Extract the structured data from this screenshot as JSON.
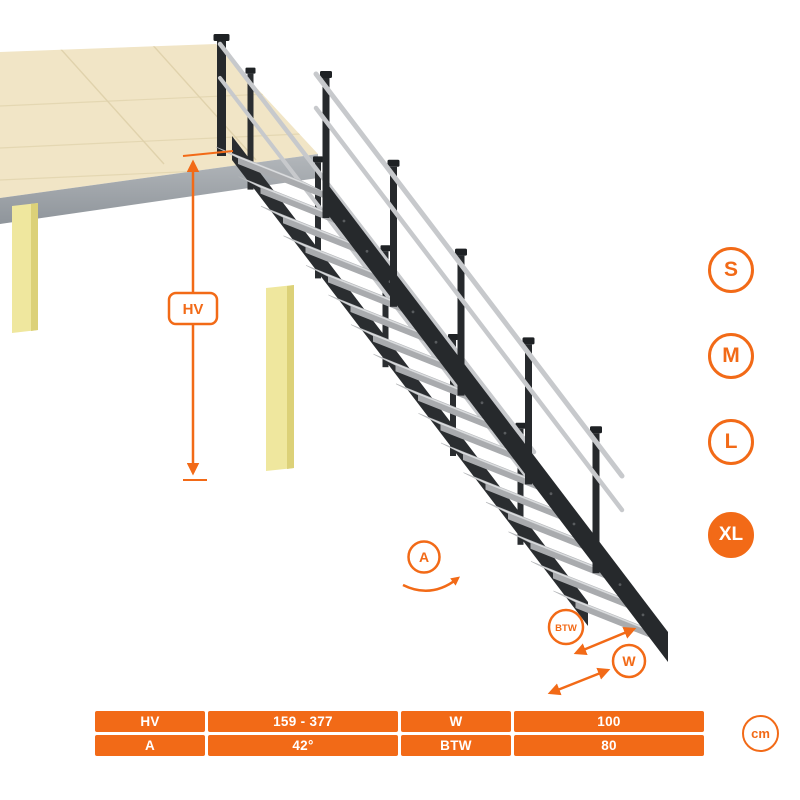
{
  "colors": {
    "accent": "#F26A17"
  },
  "illustration": {
    "hv_label": "HV",
    "angle_label": "A",
    "btw_label": "BTW",
    "width_label": "W"
  },
  "size_selector": {
    "options": [
      {
        "label": "S",
        "selected": false
      },
      {
        "label": "M",
        "selected": false
      },
      {
        "label": "L",
        "selected": false
      },
      {
        "label": "XL",
        "selected": true
      }
    ]
  },
  "dimensions_table": {
    "unit": "cm",
    "rows": [
      [
        {
          "text": "HV"
        },
        {
          "text": "159 - 377"
        },
        {
          "text": "W"
        },
        {
          "text": "100"
        }
      ],
      [
        {
          "text": "A"
        },
        {
          "text": "42°"
        },
        {
          "text": "BTW"
        },
        {
          "text": "80"
        }
      ]
    ]
  }
}
